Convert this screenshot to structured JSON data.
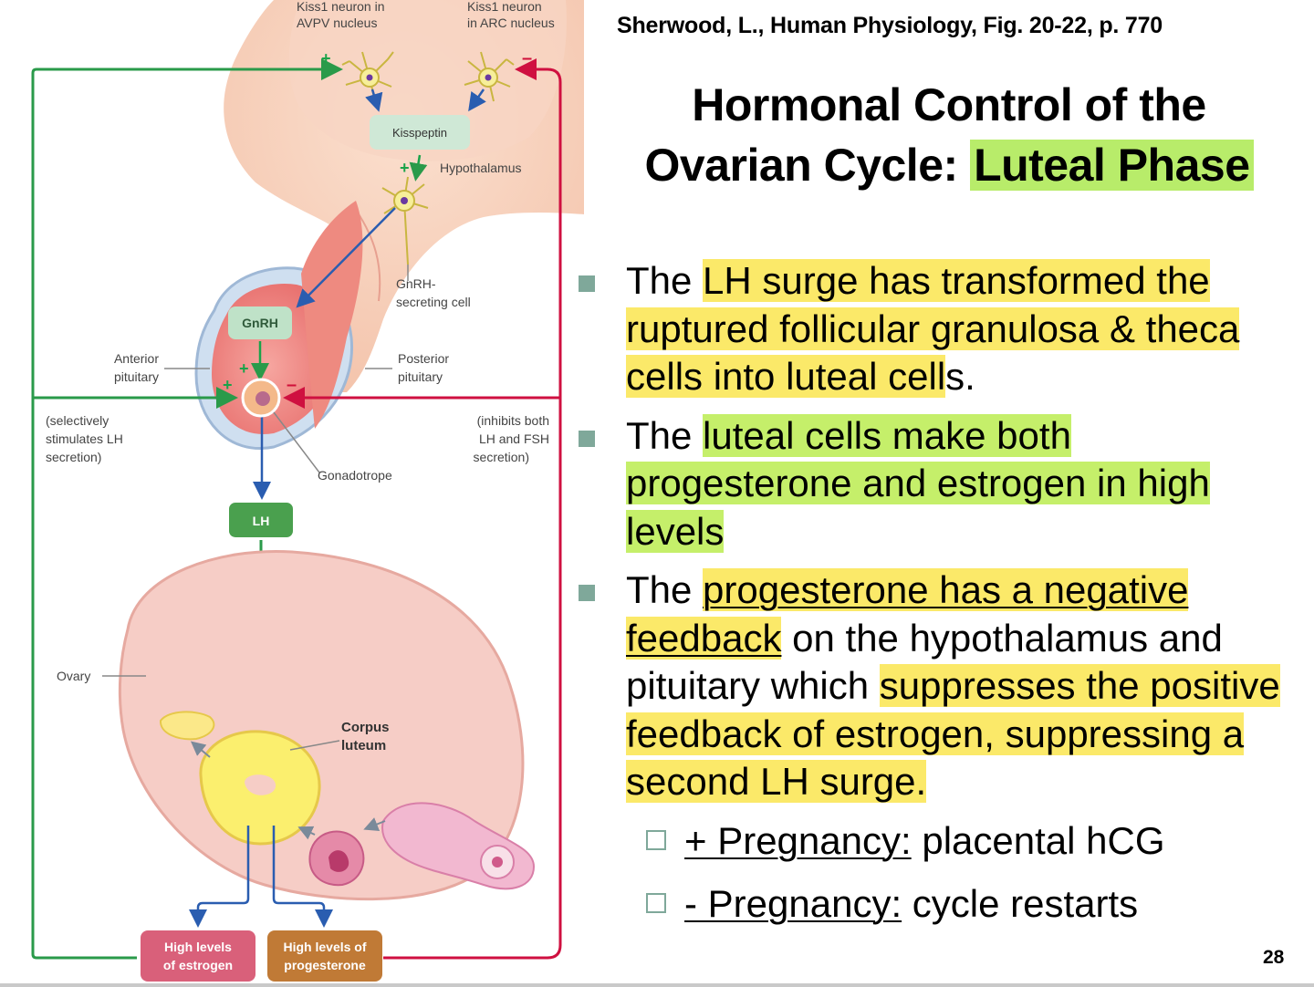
{
  "citation": "Sherwood, L., Human Physiology, Fig. 20-22, p. 770",
  "title": {
    "line1": "Hormonal Control of the",
    "line2_prefix": "Ovarian Cycle:",
    "line2_highlight": "Luteal Phase"
  },
  "bullets": [
    {
      "lead": "The ",
      "hl": "LH surge has transformed the ruptured follicular granulosa & theca cells into luteal cell",
      "tail": "s."
    },
    {
      "lead": "The ",
      "hl": "luteal cells make both progesterone and estrogen in high levels",
      "tail": ""
    },
    {
      "lead": "The ",
      "hl_underlined": "progesterone has a negative feedback",
      "middle": " on the hypothalamus and pituitary which ",
      "hl": "suppresses the positive feedback of estrogen, suppressing a second LH surge."
    }
  ],
  "sub_items": [
    {
      "label": "+ Pregnancy:",
      "text": " placental hCG"
    },
    {
      "label": "- Pregnancy:",
      "text": " cycle restarts"
    }
  ],
  "page_number": "28",
  "diagram": {
    "kiss1_avpv": [
      "Kiss1 neuron in",
      "AVPV nucleus"
    ],
    "kiss1_arc": [
      "Kiss1 neuron",
      "in ARC nucleus"
    ],
    "kisspeptin": "Kisspeptin",
    "hypothalamus": "Hypothalamus",
    "gnrh_cell": [
      "GnRH-",
      "secreting cell"
    ],
    "gnrh": "GnRH",
    "anterior_pituitary": [
      "Anterior",
      "pituitary"
    ],
    "posterior_pituitary": [
      "Posterior",
      "pituitary"
    ],
    "selective_note": [
      "(selectively",
      "stimulates LH",
      "secretion)"
    ],
    "inhibit_note": [
      "(inhibits both",
      "LH and FSH",
      "secretion)"
    ],
    "gonadotrope": "Gonadotrope",
    "lh": "LH",
    "ovary": "Ovary",
    "corpus_luteum": [
      "Corpus",
      "luteum"
    ],
    "estrogen_box": [
      "High levels",
      "of estrogen"
    ],
    "progesterone_box": [
      "High levels of",
      "progesterone"
    ],
    "plus": "+",
    "minus": "–"
  },
  "colors": {
    "positive_path": "#2a9a4a",
    "negative_path": "#cf1040",
    "estrogen_box": "#d9607a",
    "progesterone_box": "#c07a36",
    "lh_box": "#4aa04e",
    "highlight_yellow": "#fbe969",
    "highlight_green": "#b8ec6a",
    "bullet_marker": "#7fa89a"
  }
}
